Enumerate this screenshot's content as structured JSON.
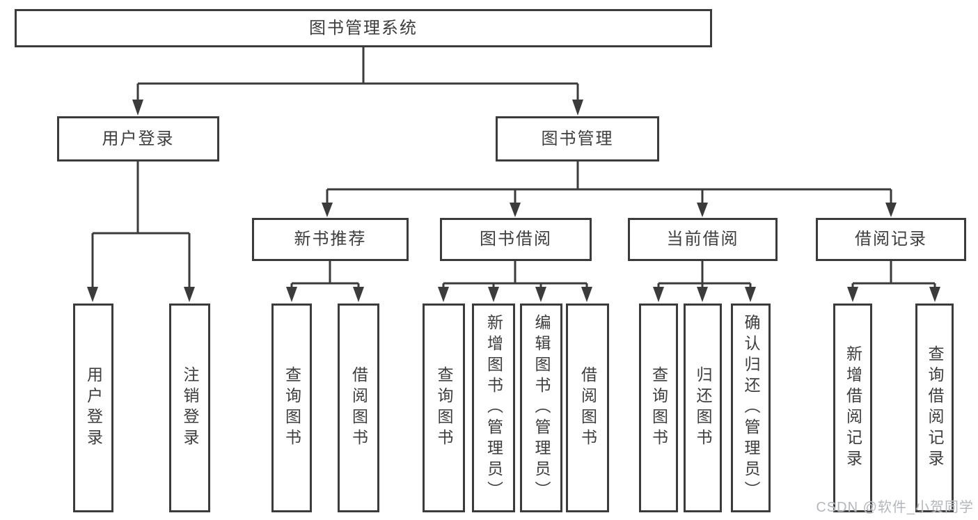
{
  "diagram": {
    "root": {
      "label": "图书管理系统"
    },
    "level1": [
      {
        "id": "user-login",
        "label": "用户登录"
      },
      {
        "id": "book-management",
        "label": "图书管理"
      }
    ],
    "level2": [
      {
        "id": "new-book-recommend",
        "label": "新书推荐"
      },
      {
        "id": "book-borrowing",
        "label": "图书借阅"
      },
      {
        "id": "current-borrowing",
        "label": "当前借阅"
      },
      {
        "id": "borrowing-records",
        "label": "借阅记录"
      }
    ],
    "leaves": [
      {
        "label": "用户登录"
      },
      {
        "label": "注销登录"
      },
      {
        "label": "查询图书"
      },
      {
        "label": "借阅图书"
      },
      {
        "label": "查询图书"
      },
      {
        "label": "新增图书（管理员）"
      },
      {
        "label": "编辑图书（管理员）"
      },
      {
        "label": "借阅图书"
      },
      {
        "label": "查询图书"
      },
      {
        "label": "归还图书"
      },
      {
        "label": "确认归还（管理员）"
      },
      {
        "label": "新增借阅记录"
      },
      {
        "label": "查询借阅记录"
      }
    ]
  },
  "watermark": {
    "text": "CSDN @软件_小贺同学"
  },
  "colors": {
    "line": "#3b3b3b",
    "text": "#3d3d3d",
    "background": "#ffffff",
    "watermark": "#afb3b8"
  }
}
